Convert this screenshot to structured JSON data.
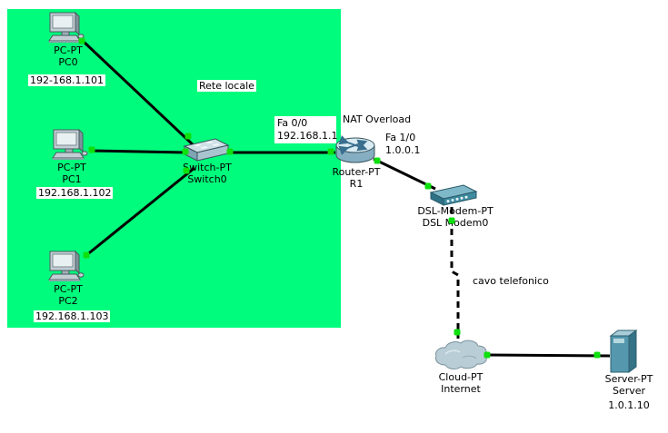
{
  "workspace": {
    "bg_color": "#ffffff",
    "lan_area_color": "#00fc7c",
    "link_status_color": "#0ee00e"
  },
  "annotations": {
    "lan_label": "Rete locale",
    "nat_label": "NAT Overload",
    "cable_label": "cavo telefonico"
  },
  "interfaces": {
    "fa0_0": {
      "name": "Fa 0/0",
      "ip": "192.168.1.1"
    },
    "fa1_0": {
      "name": "Fa 1/0",
      "ip": "1.0.0.1"
    }
  },
  "devices": {
    "pc0": {
      "model": "PC-PT",
      "name": "PC0",
      "ip": "192-168.1.101"
    },
    "pc1": {
      "model": "PC-PT",
      "name": "PC1",
      "ip": "192.168.1.102"
    },
    "pc2": {
      "model": "PC-PT",
      "name": "PC2",
      "ip": "192.168.1.103"
    },
    "switch0": {
      "model": "Switch-PT",
      "name": "Switch0"
    },
    "router1": {
      "model": "Router-PT",
      "name": "R1"
    },
    "modem0": {
      "model": "DSL-Modem-PT",
      "name": "DSL Modem0"
    },
    "cloud0": {
      "model": "Cloud-PT",
      "name": "Internet"
    },
    "server0": {
      "model": "Server-PT",
      "name": "Server",
      "ip": "1.0.1.10"
    }
  }
}
